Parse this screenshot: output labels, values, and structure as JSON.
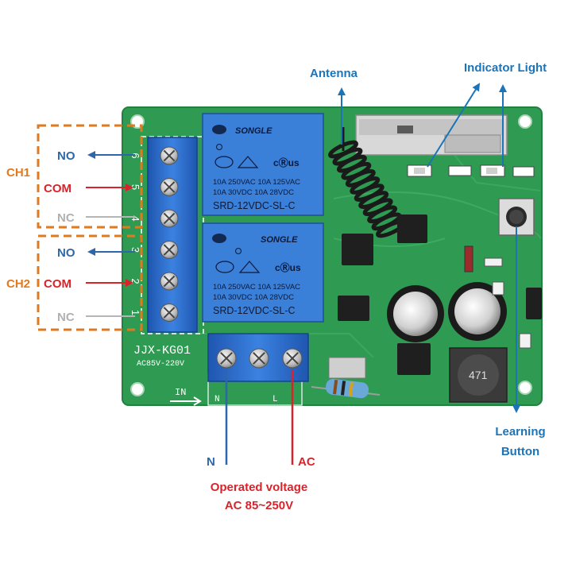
{
  "board": {
    "model": "JJX-KG01",
    "power_rating": "AC85V-220V",
    "input_marking": "IN",
    "n_marking": "N",
    "l_marking": "L"
  },
  "relays": [
    {
      "brand": "SONGLE",
      "line1": "10A 250VAC  10A 125VAC",
      "line2": "10A  30VDC  10A  28VDC",
      "model": "SRD-12VDC-SL-C"
    },
    {
      "brand": "SONGLE",
      "line1": "10A 250VAC  10A 125VAC",
      "line2": "10A  30VDC  10A  28VDC",
      "model": "SRD-12VDC-SL-C"
    }
  ],
  "terminal_numbers": [
    "6",
    "5",
    "4",
    "3",
    "2",
    "1"
  ],
  "inductor_marking": "471",
  "labels": {
    "antenna": "Antenna",
    "indicator_light": "Indicator Light",
    "learning_button": [
      "Learning",
      "Button"
    ],
    "ch1": "CH1",
    "ch2": "CH2",
    "ch1_no": "NO",
    "ch1_com": "COM",
    "ch1_nc": "NC",
    "ch2_no": "NO",
    "ch2_com": "COM",
    "ch2_nc": "NC",
    "n": "N",
    "ac": "AC",
    "operated_voltage": [
      "Operated voltage",
      "AC 85~250V"
    ]
  },
  "colors": {
    "pcb": "#2f9a52",
    "terminal": "#2f6fd1",
    "relay": "#3a7fd8",
    "no_label": "#2e67a8",
    "com_label": "#d8232a",
    "nc_label": "#b0b0b0",
    "channel": "#e07a1f",
    "callout": "#1b74b8"
  }
}
